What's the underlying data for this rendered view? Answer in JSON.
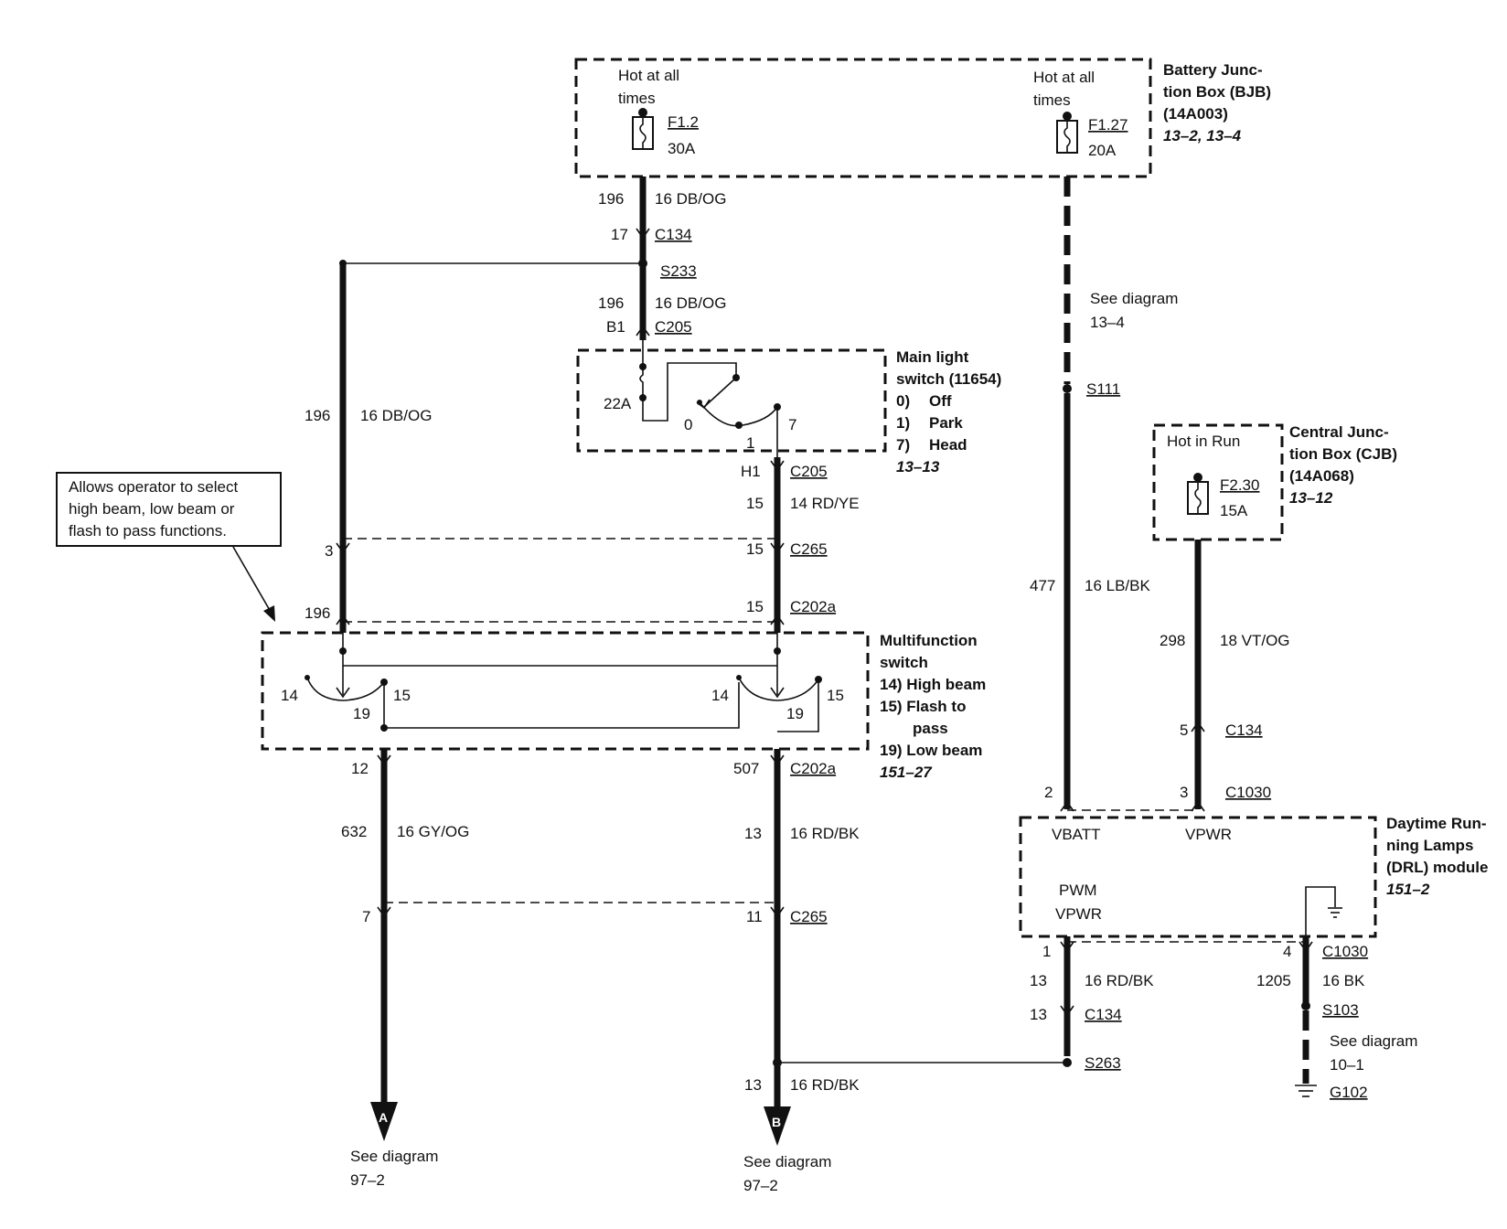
{
  "bjb": {
    "hot1": [
      "Hot at all",
      "times"
    ],
    "fuse1": {
      "name": "F1.2",
      "rating": "30A"
    },
    "hot2": [
      "Hot at all",
      "times"
    ],
    "fuse2": {
      "name": "F1.27",
      "rating": "20A"
    },
    "title": [
      "Battery Junc-",
      "tion Box (BJB)",
      "(14A003)"
    ],
    "ref": "13–2, 13–4"
  },
  "cjb": {
    "hot": "Hot in Run",
    "fuse": {
      "name": "F2.30",
      "rating": "15A"
    },
    "title": [
      "Central Junc-",
      "tion Box (CJB)",
      "(14A068)"
    ],
    "ref": "13–12"
  },
  "main_switch": {
    "title": [
      "Main light",
      "switch (11654)"
    ],
    "positions": [
      [
        "0)",
        "Off"
      ],
      [
        "1)",
        "Park"
      ],
      [
        "7)",
        "Head"
      ]
    ],
    "ref": "13–13",
    "breaker": "22A",
    "contacts": [
      "0",
      "1",
      "7"
    ]
  },
  "multifunction": {
    "title": [
      "Multifunction",
      "switch"
    ],
    "positions": [
      "14) High beam",
      "15) Flash to",
      "pass",
      "19) Low beam"
    ],
    "ref": "151–27",
    "contacts_left": [
      "14",
      "19",
      "15"
    ],
    "contacts_right": [
      "14",
      "19",
      "15"
    ]
  },
  "drl": {
    "title": [
      "Daytime Run-",
      "ning Lamps",
      "(DRL) module"
    ],
    "ref": "151–2",
    "pins": [
      "VBATT",
      "VPWR",
      "PWM",
      "VPWR"
    ]
  },
  "callout": [
    "Allows operator to select",
    "high beam, low beam or",
    "flash to pass functions."
  ],
  "wires": {
    "w196_top": {
      "circuit": "196",
      "spec": "16 DB/OG"
    },
    "c134_pin": "17",
    "c134": "C134",
    "s233": "S233",
    "w196_mid": {
      "circuit": "196",
      "spec": "16 DB/OG"
    },
    "c205_b1": "B1",
    "c205": "C205",
    "w196_left": {
      "circuit": "196",
      "spec": "16 DB/OG"
    },
    "c205_h1": "H1",
    "c205b": "C205",
    "w15": {
      "circuit": "15",
      "spec": "14 RD/YE"
    },
    "c265_l": "3",
    "c265_r": "15",
    "c265": "C265",
    "c202a_l": "196",
    "c202a_r": "15",
    "c202a": "C202a",
    "c202a_l2": "12",
    "c202a_r2": "507",
    "c202a2": "C202a",
    "w632": {
      "circuit": "632",
      "spec": "16 GY/OG"
    },
    "w13": {
      "circuit": "13",
      "spec": "16 RD/BK"
    },
    "c265_l2": "7",
    "c265_r2": "11",
    "c265b": "C265",
    "w13_bot": {
      "circuit": "13",
      "spec": "16 RD/BK"
    },
    "see_diag_13_4": [
      "See diagram",
      "13–4"
    ],
    "s111": "S111",
    "w477": {
      "circuit": "477",
      "spec": "16 LB/BK"
    },
    "w298": {
      "circuit": "298",
      "spec": "18 VT/OG"
    },
    "c134_5": "5",
    "c134b": "C134",
    "c1030_2": "2",
    "c1030_3": "3",
    "c1030": "C1030",
    "c1030_1": "1",
    "c1030_4": "4",
    "c1030b": "C1030",
    "w13_drl": {
      "circuit": "13",
      "spec": "16 RD/BK"
    },
    "w1205": {
      "circuit": "1205",
      "spec": "16 BK"
    },
    "c134_13": "13",
    "c134c": "C134",
    "s103": "S103",
    "s263": "S263",
    "see_diag_10_1": [
      "See diagram",
      "10–1"
    ],
    "g102": "G102"
  },
  "offpage": [
    {
      "letter": "A",
      "text": [
        "See diagram",
        "97–2"
      ]
    },
    {
      "letter": "B",
      "text": [
        "See diagram",
        "97–2"
      ]
    }
  ]
}
